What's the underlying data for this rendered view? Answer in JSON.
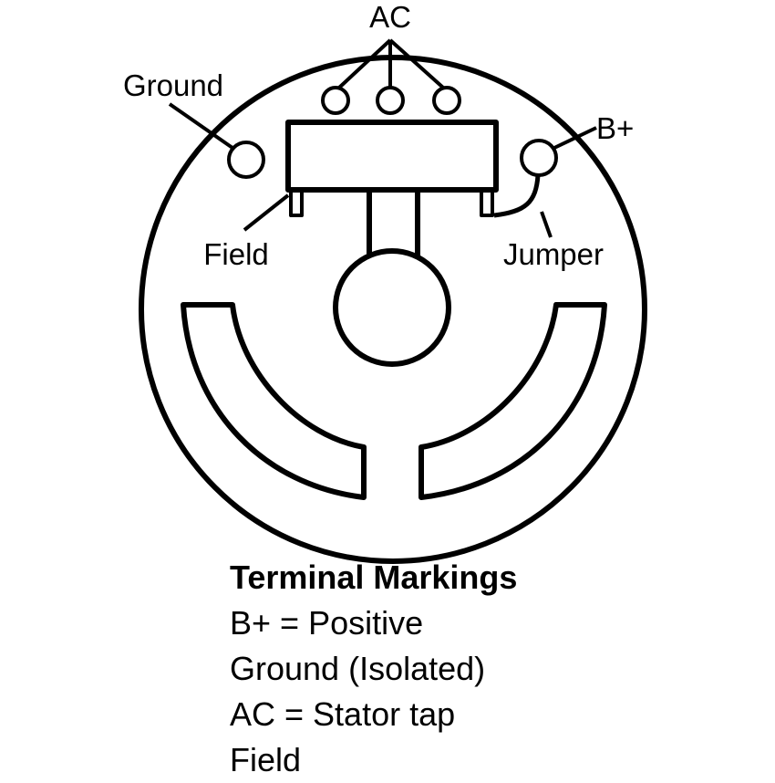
{
  "labels": {
    "ac": "AC",
    "ground": "Ground",
    "b_plus": "B+",
    "field": "Field",
    "jumper": "Jumper"
  },
  "legend": {
    "title": "Terminal Markings",
    "lines": [
      "B+ = Positive",
      "Ground (Isolated)",
      "AC = Stator tap",
      "Field"
    ]
  },
  "colors": {
    "stroke": "#000000",
    "background": "#ffffff"
  }
}
